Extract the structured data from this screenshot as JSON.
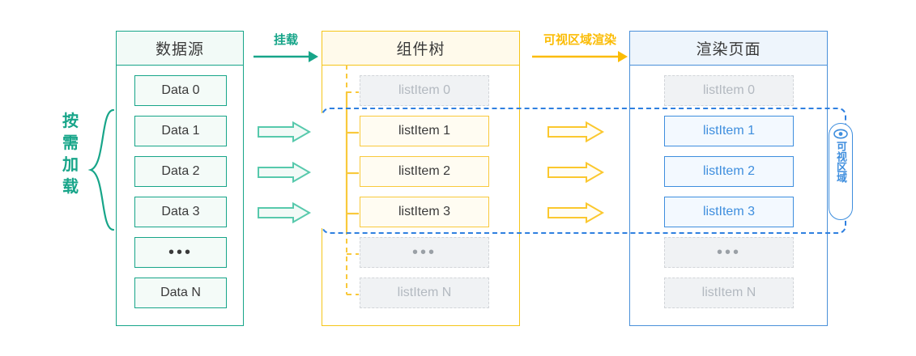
{
  "diagram": {
    "title_hint": "virtual list rendering flow",
    "colors": {
      "green": "#17a589",
      "yellow": "#f5c518",
      "blue": "#3e8ede",
      "muted": "#b3b9c0",
      "viewport_dash": "#2f80e0"
    }
  },
  "side_label": {
    "text": "按需加载",
    "chars": [
      "按",
      "需",
      "加",
      "载"
    ]
  },
  "flows": [
    {
      "id": "mount",
      "label": "挂载",
      "color": "#17a589"
    },
    {
      "id": "render",
      "label": "可视区域渲染",
      "color": "#fbbc05"
    }
  ],
  "columns": {
    "data_source": {
      "header": "数据源",
      "items": [
        {
          "label": "Data 0",
          "state": "normal"
        },
        {
          "label": "Data 1",
          "state": "normal"
        },
        {
          "label": "Data 2",
          "state": "normal"
        },
        {
          "label": "Data 3",
          "state": "normal"
        },
        {
          "label": "•••",
          "state": "ellipsis"
        },
        {
          "label": "Data N",
          "state": "normal"
        }
      ]
    },
    "component_tree": {
      "header": "组件树",
      "items": [
        {
          "label": "listItem 0",
          "state": "muted"
        },
        {
          "label": "listItem 1",
          "state": "active"
        },
        {
          "label": "listItem 2",
          "state": "active"
        },
        {
          "label": "listItem 3",
          "state": "active"
        },
        {
          "label": "•••",
          "state": "muted"
        },
        {
          "label": "listItem N",
          "state": "muted"
        }
      ]
    },
    "render_page": {
      "header": "渲染页面",
      "items": [
        {
          "label": "listItem 0",
          "state": "muted"
        },
        {
          "label": "listItem 1",
          "state": "active"
        },
        {
          "label": "listItem 2",
          "state": "active"
        },
        {
          "label": "listItem 3",
          "state": "active"
        },
        {
          "label": "•••",
          "state": "muted"
        },
        {
          "label": "listItem N",
          "state": "muted"
        }
      ]
    }
  },
  "viewport": {
    "label": "可视区域",
    "chars": [
      "可",
      "视",
      "区",
      "域"
    ],
    "icon": "eye-icon"
  }
}
